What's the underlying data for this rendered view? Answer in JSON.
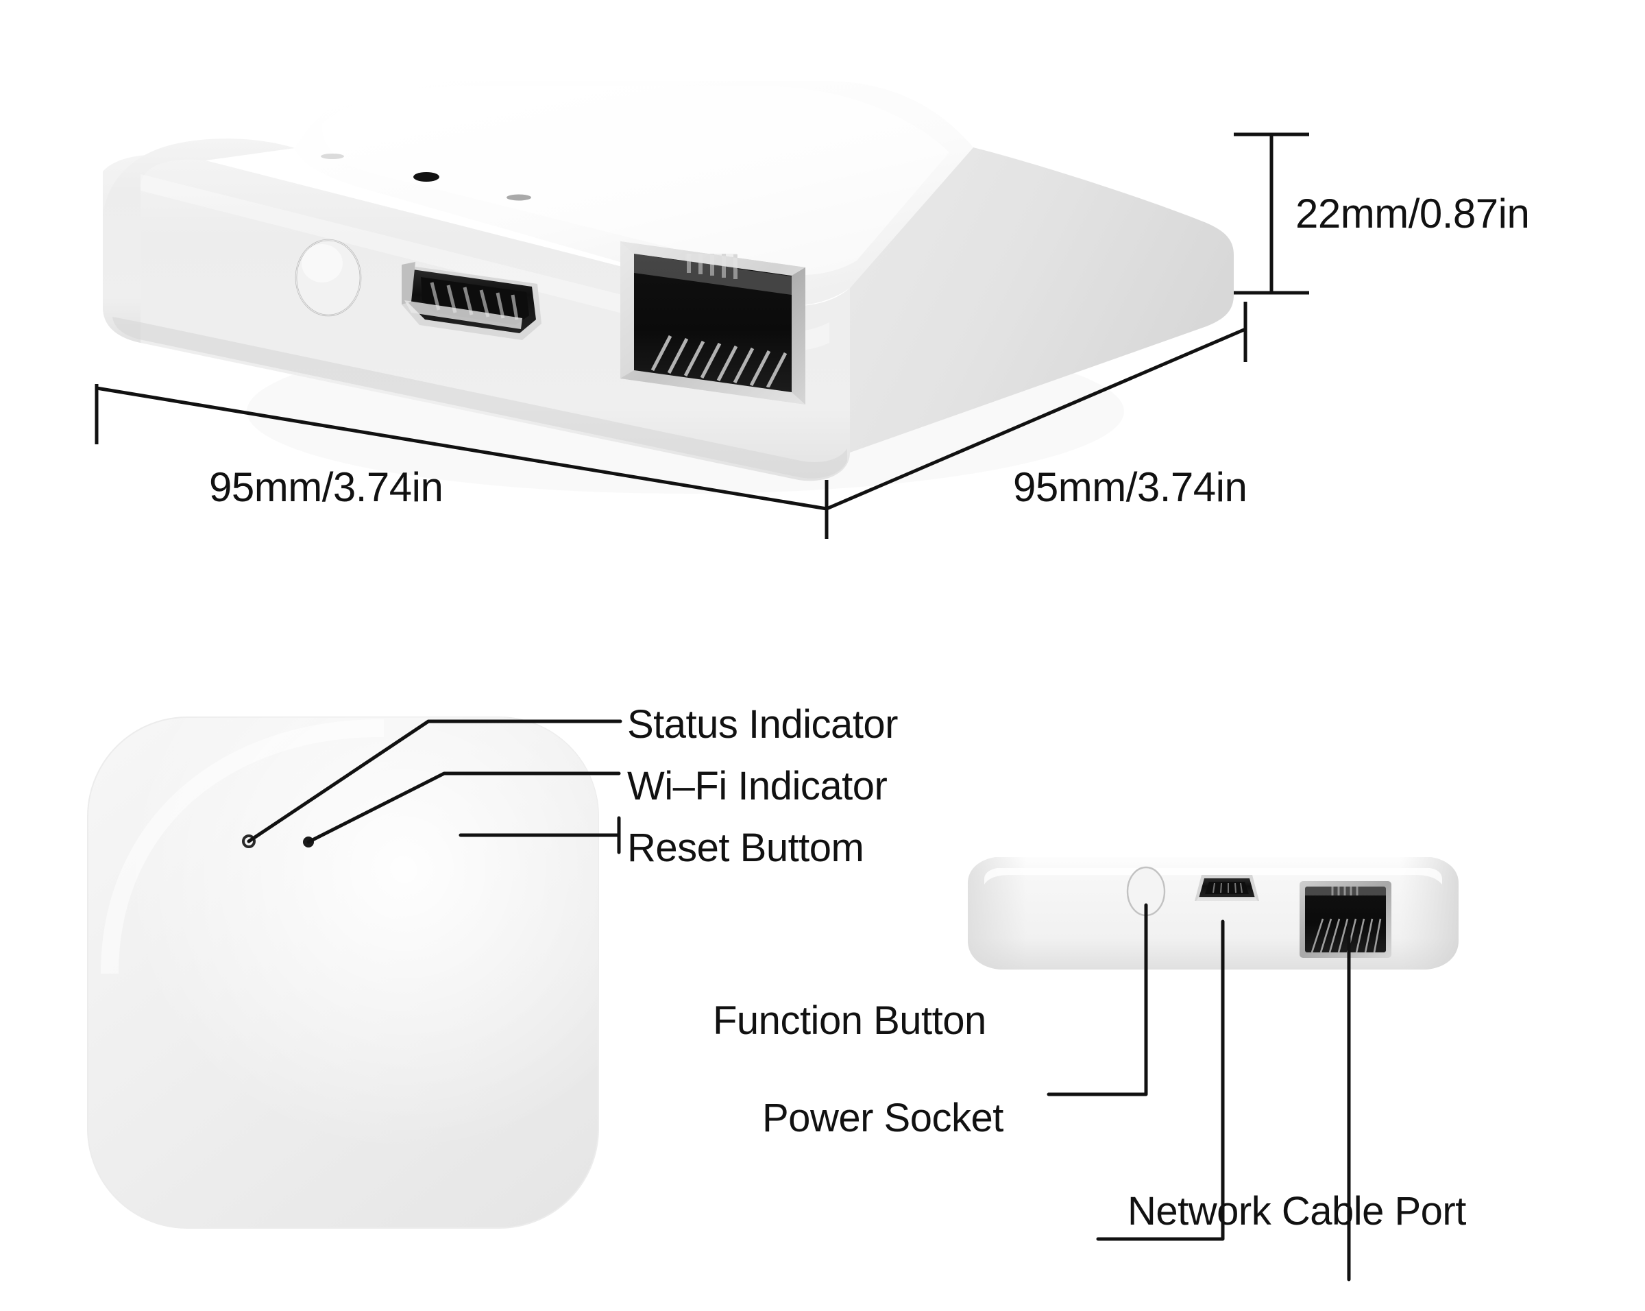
{
  "diagram": {
    "title": "Smart Gateway Hub product dimension and parts diagram",
    "background_color": "#ffffff",
    "line_color": "#111111",
    "body_color": "#f2f2f2"
  },
  "dimensions": {
    "width": "95mm/3.74in",
    "depth": "95mm/3.74in",
    "height": "22mm/0.87in"
  },
  "top_view_callouts": [
    {
      "id": "status-indicator",
      "label": "Status Indicator"
    },
    {
      "id": "wifi-indicator",
      "label": "Wi–Fi Indicator"
    },
    {
      "id": "reset-button",
      "label": "Reset Buttom"
    }
  ],
  "side_view_callouts": [
    {
      "id": "function-button",
      "label": "Function Button"
    },
    {
      "id": "power-socket",
      "label": "Power Socket"
    },
    {
      "id": "network-cable-port",
      "label": "Network Cable Port"
    }
  ],
  "icons": {
    "function_button": "circle-button-icon",
    "power_socket": "micro-usb-port-icon",
    "network_port": "rj45-port-icon",
    "status_led": "led-dot-icon",
    "wifi_led": "led-dot-icon"
  }
}
